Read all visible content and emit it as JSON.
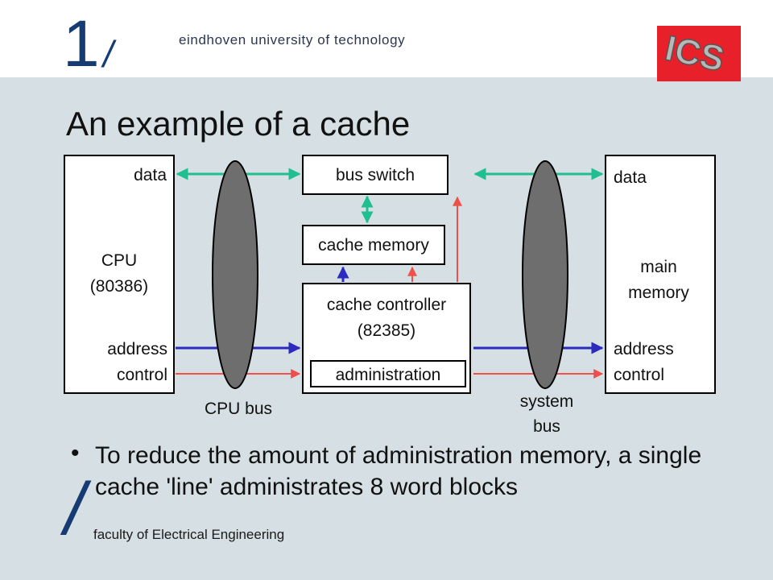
{
  "header": {
    "logo_one": "1",
    "logo_slash": "/",
    "university": "eindhoven university of technology",
    "ics_logo_text": "ICS"
  },
  "title": "An example of a cache",
  "diagram": {
    "cpu_block": {
      "data": "data",
      "name_line1": "CPU",
      "name_line2": "(80386)",
      "address": "address",
      "control": "control"
    },
    "memory_block": {
      "data": "data",
      "name_line1": "main",
      "name_line2": "memory",
      "address": "address",
      "control": "control"
    },
    "bus_switch": "bus switch",
    "cache_memory": "cache memory",
    "cache_controller_line1": "cache controller",
    "cache_controller_line2": "(82385)",
    "administration": "administration",
    "cpu_bus": "CPU bus",
    "system_bus_line1": "system",
    "system_bus_line2": "bus",
    "colors": {
      "data": "#1fbf8f",
      "address": "#2b2bc0",
      "control": "#f0504a",
      "bus": "#6e6e6e"
    }
  },
  "bullet": {
    "marker": "•",
    "text": "To reduce the amount of administration memory, a single cache 'line' administrates 8 word blocks"
  },
  "footer": {
    "slash": "/",
    "faculty": "faculty of Electrical Engineering"
  }
}
